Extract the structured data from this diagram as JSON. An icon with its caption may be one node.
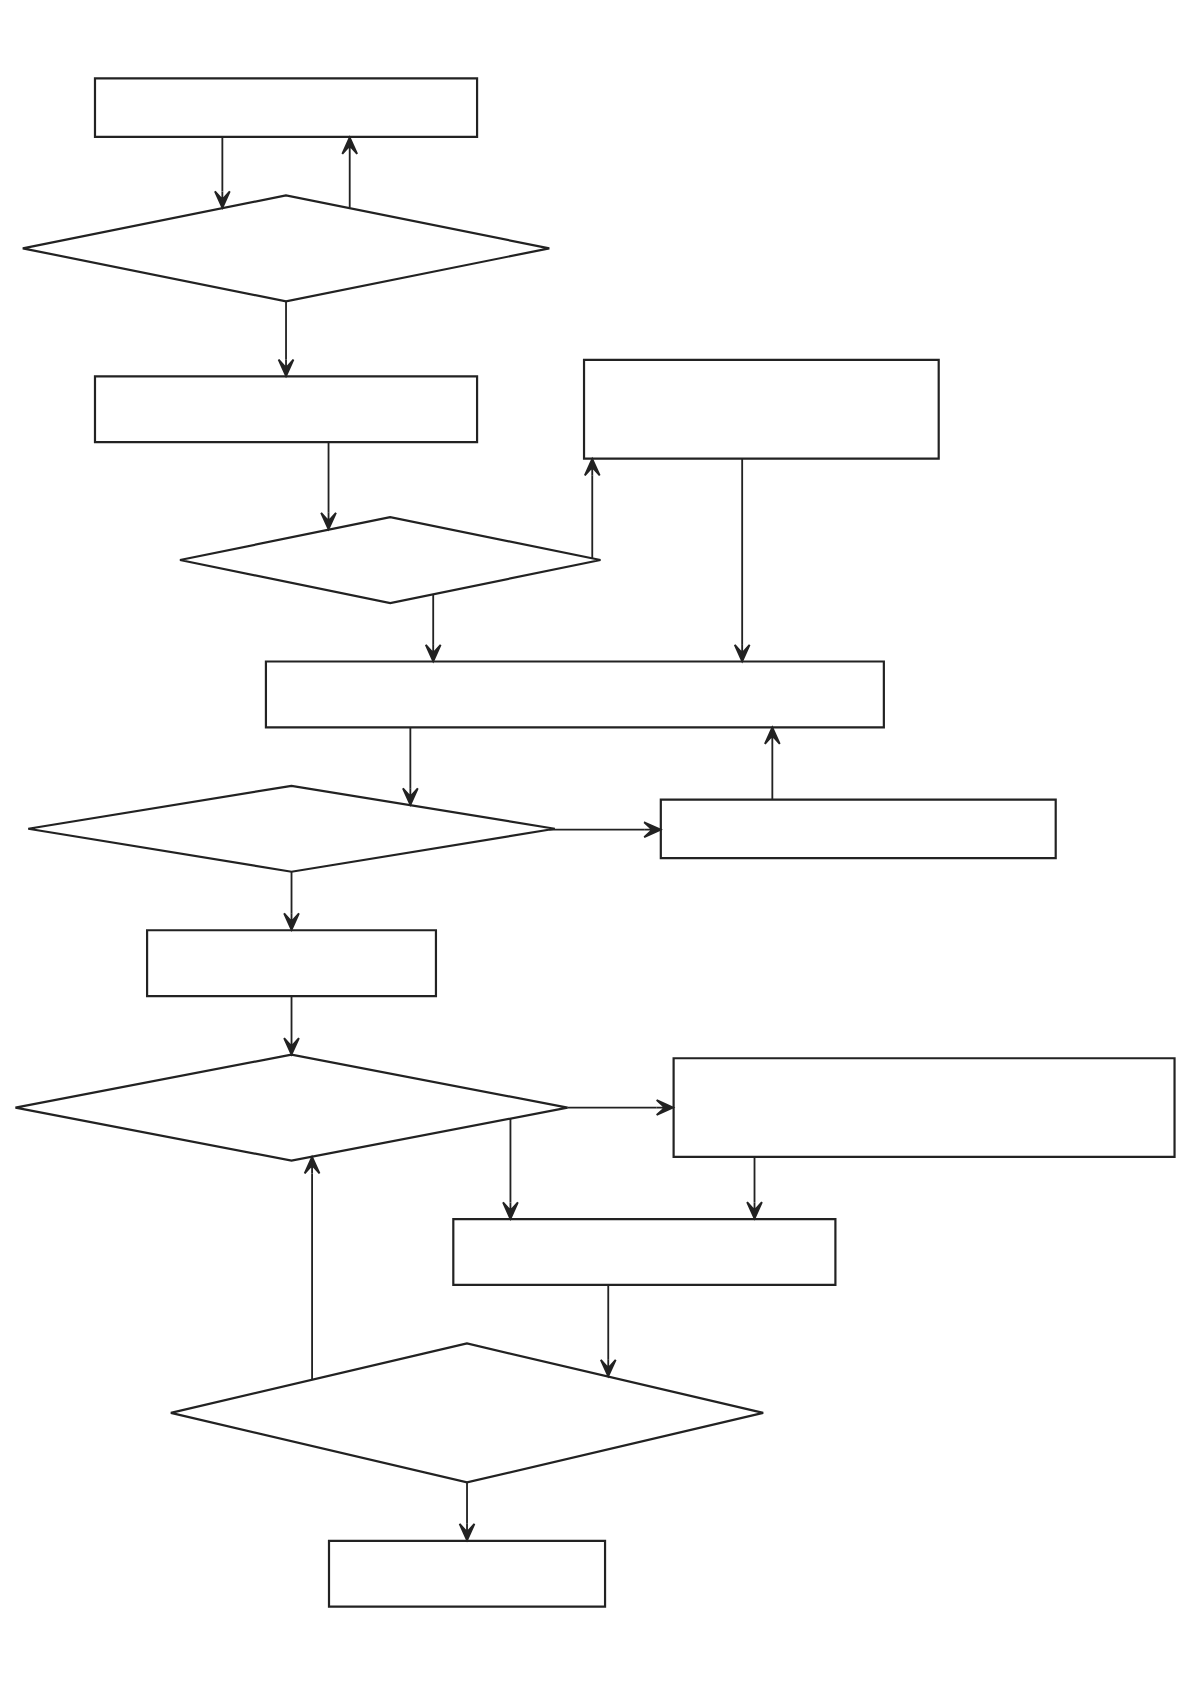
{
  "diagram": {
    "nodes": [
      {
        "text": [],
        "shape": "box"
      },
      {
        "text": [],
        "shape": "diamond"
      },
      {
        "text": [],
        "shape": "box"
      },
      {
        "text": [],
        "shape": "box"
      },
      {
        "text": [],
        "shape": "diamond"
      },
      {
        "text": [],
        "shape": "box"
      },
      {
        "text": [],
        "shape": "diamond"
      },
      {
        "text": [],
        "shape": "box"
      },
      {
        "text": [],
        "shape": "box"
      },
      {
        "text": [],
        "shape": "diamond"
      },
      {
        "text": [],
        "shape": "box"
      },
      {
        "text": [],
        "shape": "box"
      },
      {
        "text": [],
        "shape": "diamond"
      },
      {
        "text": [],
        "shape": "box"
      }
    ],
    "edges": [
      {
        "from": 0,
        "to": 1,
        "arrow": "to"
      },
      {
        "from": 1,
        "to": 0,
        "arrow": "to"
      },
      {
        "from": 1,
        "to": 2,
        "arrow": "to"
      },
      {
        "from": 2,
        "to": 4,
        "arrow": "to"
      },
      {
        "from": 4,
        "to": 3,
        "arrow": "to"
      },
      {
        "from": 4,
        "to": 5,
        "arrow": "to"
      },
      {
        "from": 3,
        "to": 5,
        "arrow": "to"
      },
      {
        "from": 7,
        "to": 5,
        "arrow": "to"
      },
      {
        "from": 5,
        "to": 6,
        "arrow": "to"
      },
      {
        "from": 6,
        "to": 7,
        "arrow": "to"
      },
      {
        "from": 6,
        "to": 8,
        "arrow": "to"
      },
      {
        "from": 8,
        "to": 9,
        "arrow": "to"
      },
      {
        "from": 9,
        "to": 10,
        "arrow": "to"
      },
      {
        "from": 9,
        "to": 11,
        "arrow": "to"
      },
      {
        "from": 10,
        "to": 11,
        "arrow": "to"
      },
      {
        "from": 11,
        "to": 12,
        "arrow": "to"
      },
      {
        "from": 12,
        "to": 9,
        "arrow": "to"
      },
      {
        "from": 12,
        "to": 13,
        "arrow": "to"
      }
    ]
  }
}
